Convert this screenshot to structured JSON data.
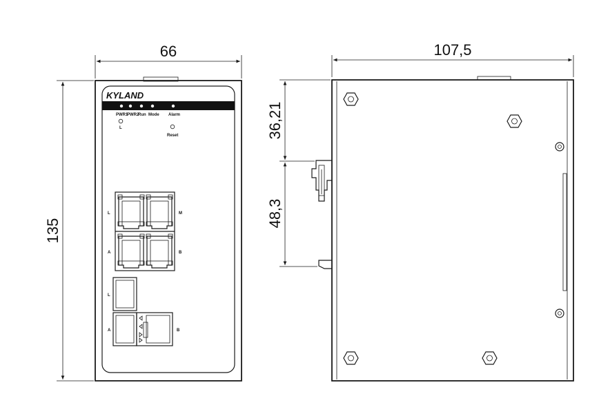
{
  "brand": "KYLAND",
  "dimensions": {
    "front_width": "66",
    "front_height": "135",
    "side_width": "107,5",
    "rail_top_offset": "36,21",
    "rail_height": "48,3"
  },
  "front_labels": {
    "leds": [
      "PWR1",
      "PWR2",
      "Run",
      "Mode",
      "Alarm"
    ],
    "led_sub": "L",
    "reset": "Reset",
    "rj45_left_top": "L",
    "rj45_right_top": "M",
    "rj45_left_bottom": "A",
    "rj45_right_bottom": "B",
    "sfp_left_top": "L",
    "sfp_left_bottom": "A",
    "sfp_right": "B"
  }
}
